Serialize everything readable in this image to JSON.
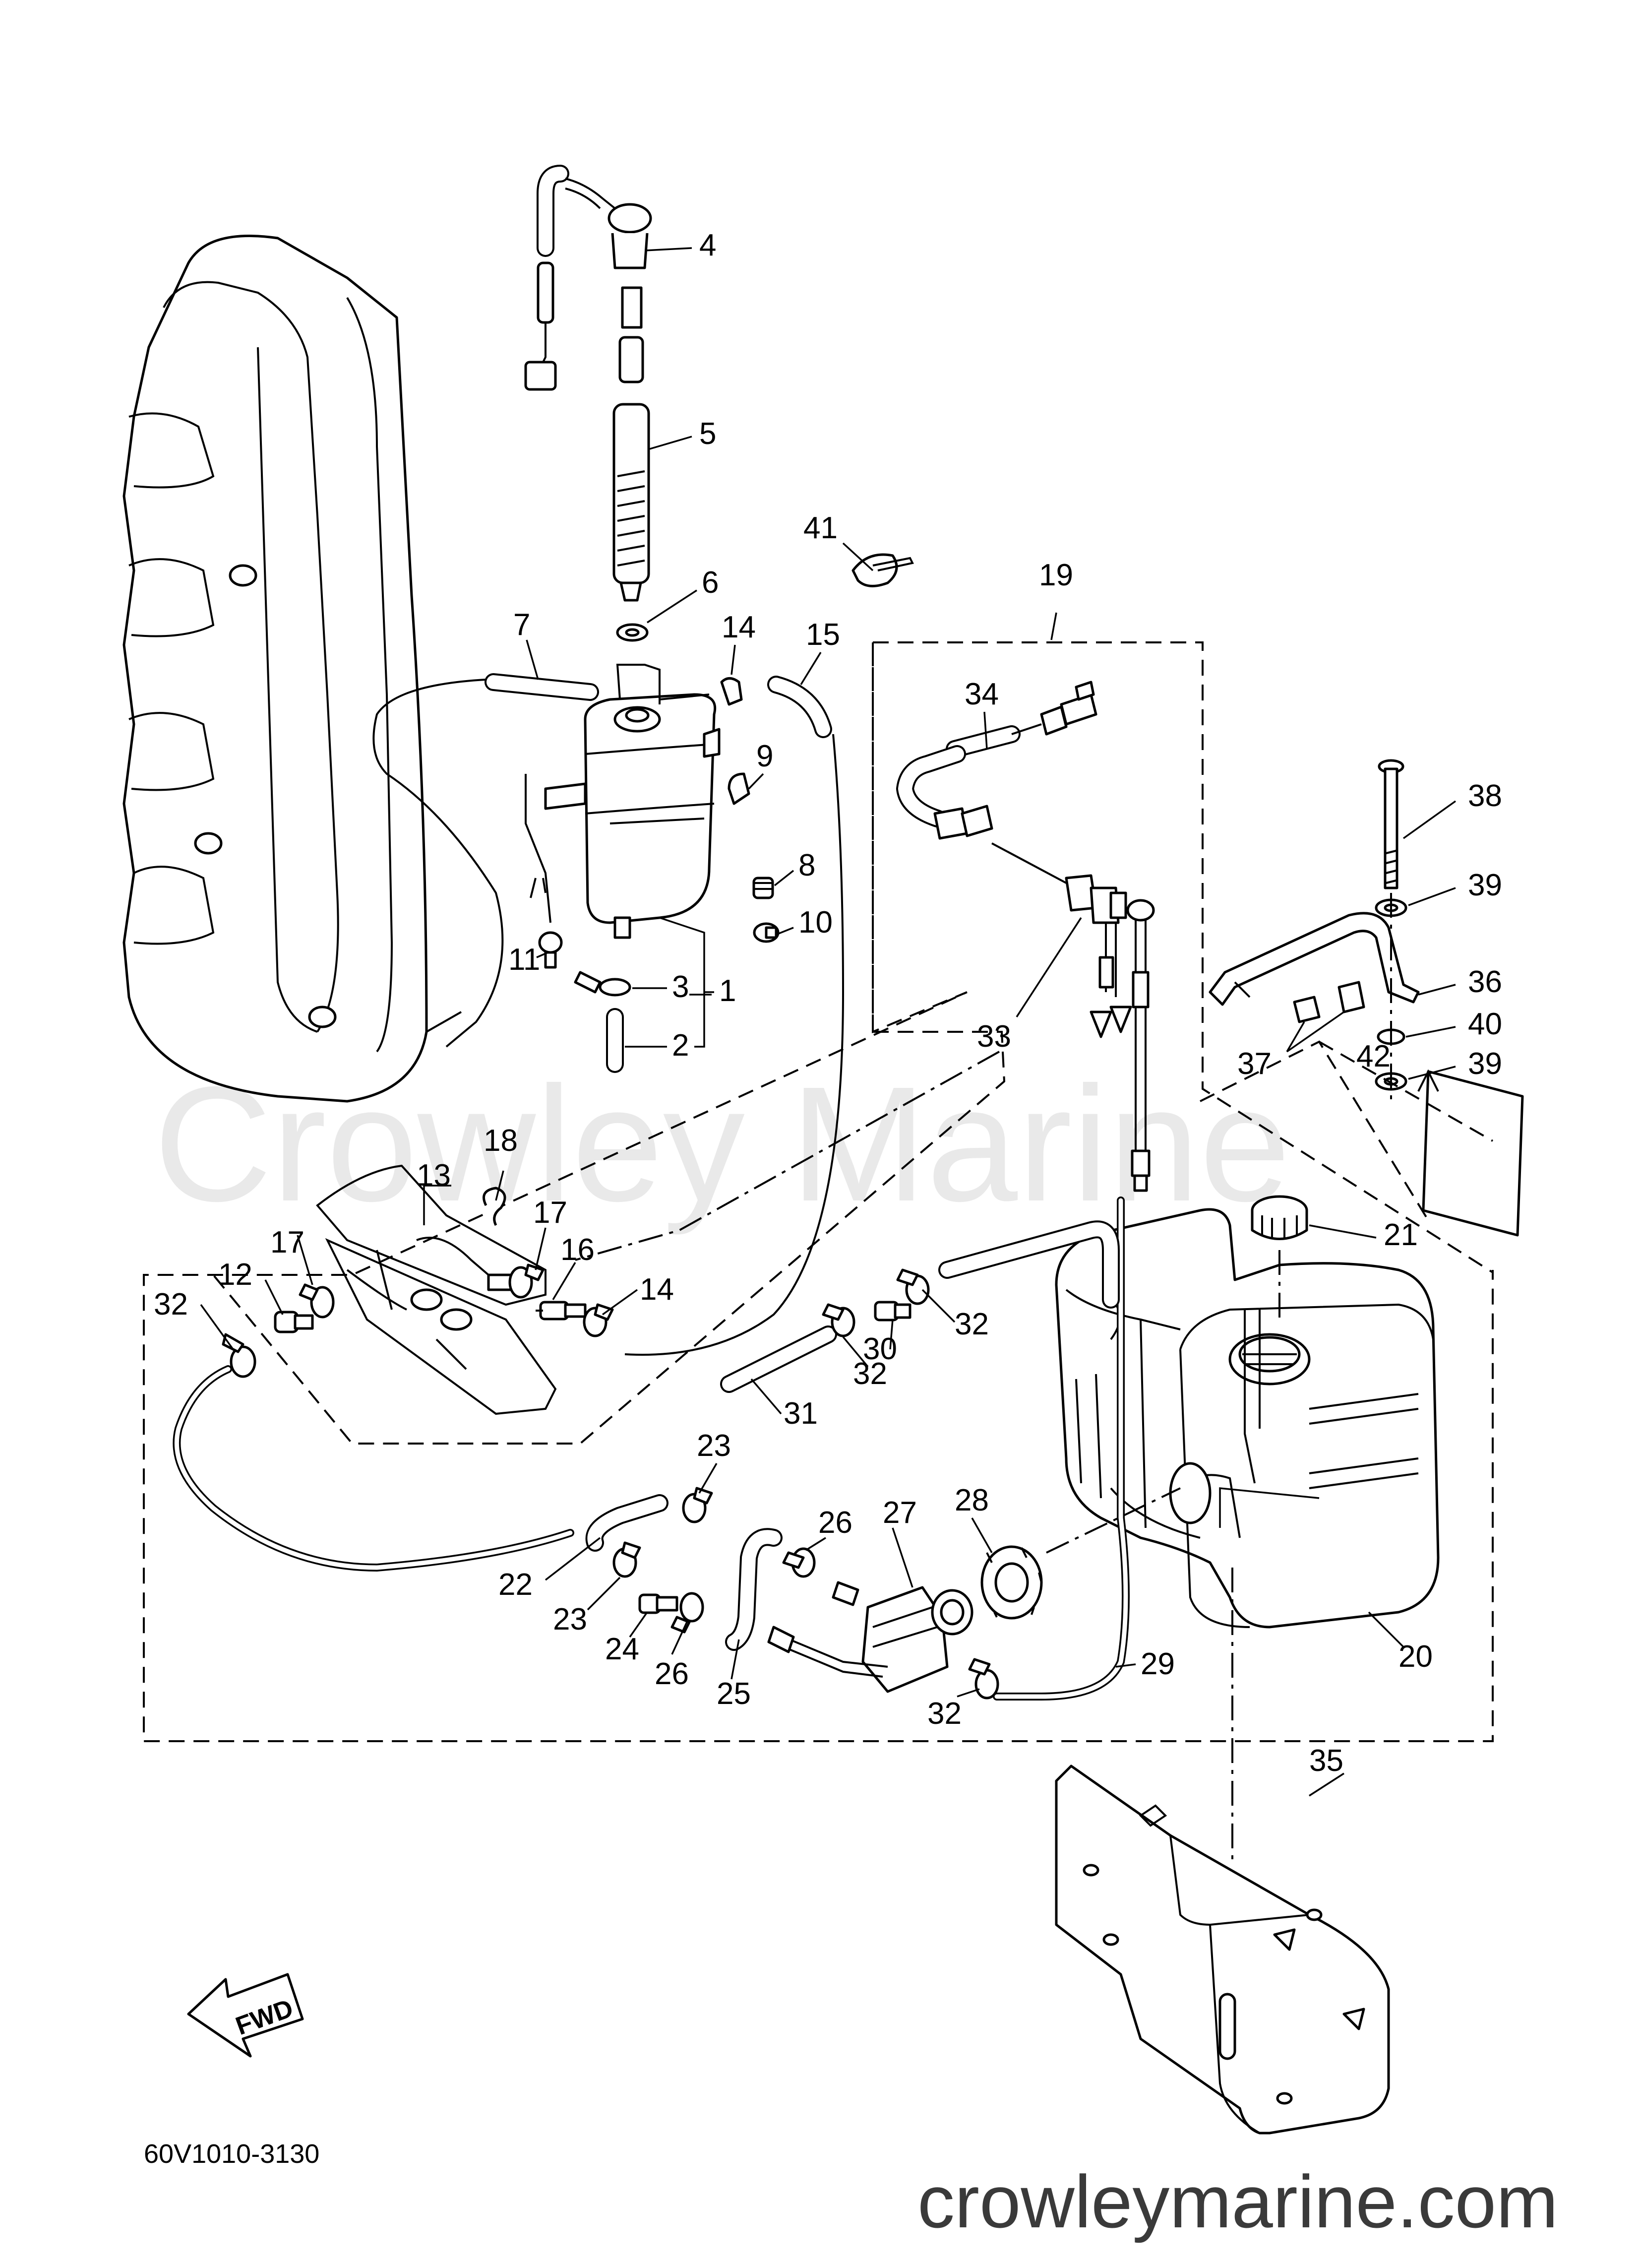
{
  "diagram": {
    "code": "60V1010-3130",
    "direction_arrow": "FWD",
    "watermark": "Crowley Marine",
    "site_url": "crowleymarine.com",
    "callouts": [
      "1",
      "2",
      "3",
      "4",
      "5",
      "6",
      "7",
      "8",
      "9",
      "10",
      "11",
      "12",
      "13",
      "14",
      "15",
      "16",
      "17",
      "18",
      "19",
      "20",
      "21",
      "22",
      "23",
      "24",
      "25",
      "26",
      "27",
      "28",
      "29",
      "30",
      "31",
      "32",
      "33",
      "34",
      "35",
      "36",
      "37",
      "38",
      "39",
      "40",
      "41",
      "42"
    ]
  }
}
